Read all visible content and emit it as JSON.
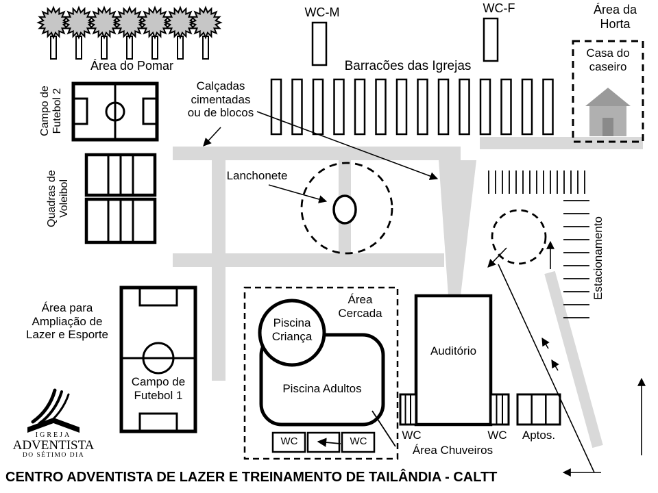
{
  "title": "CENTRO ADVENTISTA DE LAZER E TREINAMENTO DE TAILÂNDIA - CALTT",
  "areas": {
    "pomar": "Área do Pomar",
    "wc_m": "WC-M",
    "wc_f": "WC-F",
    "barracoes": "Barracões das Igrejas",
    "horta": "Área da\nHorta",
    "casa_caseiro": "Casa do\ncaseiro",
    "campo_futebol_2": "Campo de\nFutebol 2",
    "quadras_voleibol": "Quadras de\nVoleibol",
    "calcadas": "Calçadas\ncimentadas\nou  de blocos",
    "lanchonete": "Lanchonete",
    "estacionamento": "Estacionamento",
    "ampliacao": "Área para\nAmpliação de\nLazer e Esporte",
    "campo_futebol_1": "Campo de\nFutebol 1",
    "area_cercada": "Área\nCercada",
    "piscina_crianca": "Piscina\nCriança",
    "piscina_adultos": "Piscina Adultos",
    "wc": "WC",
    "auditorio": "Auditório",
    "aptos": "Aptos.",
    "area_chuveiros": "Área Chuveiros"
  },
  "logo": {
    "igreja": "IGREJA",
    "adventista": "ADVENTISTA",
    "setimo_dia": "DO SÉTIMO DIA"
  },
  "colors": {
    "path_gray": "#d9d9d9",
    "tree_gray": "#c6c6c6",
    "roof_gray": "#9a9a9a",
    "house_gray": "#b0b0b0",
    "door_gray": "#8a8a8a",
    "ink": "#000000"
  }
}
